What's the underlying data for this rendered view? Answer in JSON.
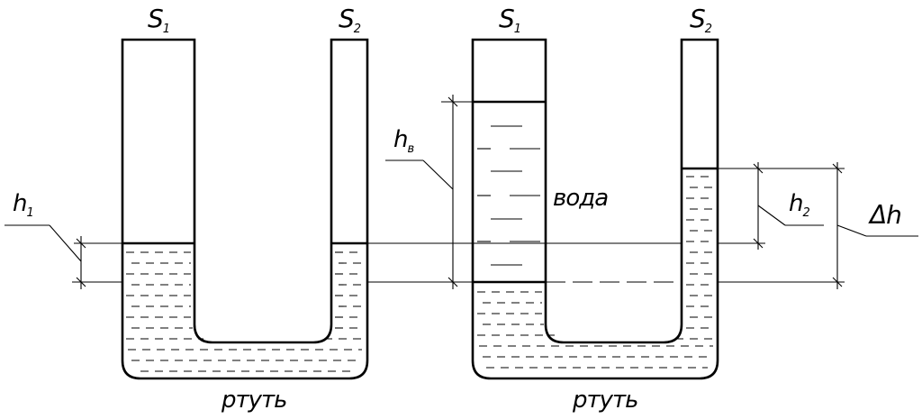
{
  "left_vessel": {
    "area_left": {
      "symbol": "S",
      "index": "1"
    },
    "area_right": {
      "symbol": "S",
      "index": "2"
    },
    "height_label": {
      "symbol": "h",
      "index": "1"
    },
    "liquid_label": "ртуть"
  },
  "right_vessel": {
    "area_left": {
      "symbol": "S",
      "index": "1"
    },
    "area_right": {
      "symbol": "S",
      "index": "2"
    },
    "water_height_label": {
      "symbol": "h",
      "index": "в"
    },
    "mercury_height_label": {
      "symbol": "h",
      "index": "2"
    },
    "difference_label": "Δh",
    "water_label": "вода",
    "liquid_label": "ртуть"
  }
}
